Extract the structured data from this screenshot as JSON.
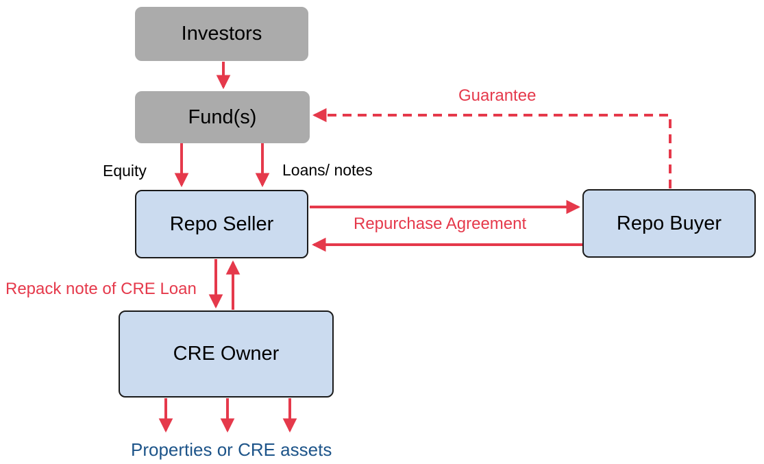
{
  "diagram": {
    "title_implicit": "Repo structure flow diagram",
    "nodes": {
      "investors": {
        "label": "Investors",
        "kind": "gray"
      },
      "funds": {
        "label": "Fund(s)",
        "kind": "gray"
      },
      "repo_seller": {
        "label": "Repo Seller",
        "kind": "blue"
      },
      "repo_buyer": {
        "label": "Repo Buyer",
        "kind": "blue"
      },
      "cre_owner": {
        "label": "CRE Owner",
        "kind": "blue"
      }
    },
    "labels": {
      "equity": "Equity",
      "loans_notes": "Loans/ notes",
      "guarantee": "Guarantee",
      "repurchase_agreement": "Repurchase Agreement",
      "repack_note": "Repack note of CRE Loan",
      "properties": "Properties or CRE assets"
    },
    "edges": [
      {
        "from": "investors",
        "to": "funds",
        "style": "solid",
        "label": ""
      },
      {
        "from": "funds",
        "to": "repo_seller",
        "style": "solid",
        "label": "Equity"
      },
      {
        "from": "funds",
        "to": "repo_seller",
        "style": "solid",
        "label": "Loans/ notes"
      },
      {
        "from": "repo_seller",
        "to": "repo_buyer",
        "style": "solid",
        "label": "Repurchase Agreement"
      },
      {
        "from": "repo_buyer",
        "to": "repo_seller",
        "style": "solid",
        "label": "Repurchase Agreement"
      },
      {
        "from": "repo_buyer",
        "to": "funds",
        "style": "dashed",
        "label": "Guarantee"
      },
      {
        "from": "repo_seller",
        "to": "cre_owner",
        "style": "solid",
        "label": "Repack note of CRE Loan"
      },
      {
        "from": "cre_owner",
        "to": "repo_seller",
        "style": "solid",
        "label": ""
      },
      {
        "from": "cre_owner",
        "to": "properties_or_cre_assets",
        "style": "solid",
        "label": "Properties or CRE assets",
        "count": 3
      }
    ],
    "colors": {
      "arrow_red": "#E5394B",
      "gray_node_fill": "#ABABAB",
      "blue_node_fill": "#CBDBEF",
      "node_border": "#1A1A1A",
      "blue_label_text": "#1D5489",
      "black_text": "#000000",
      "background": "#FFFFFF"
    }
  }
}
